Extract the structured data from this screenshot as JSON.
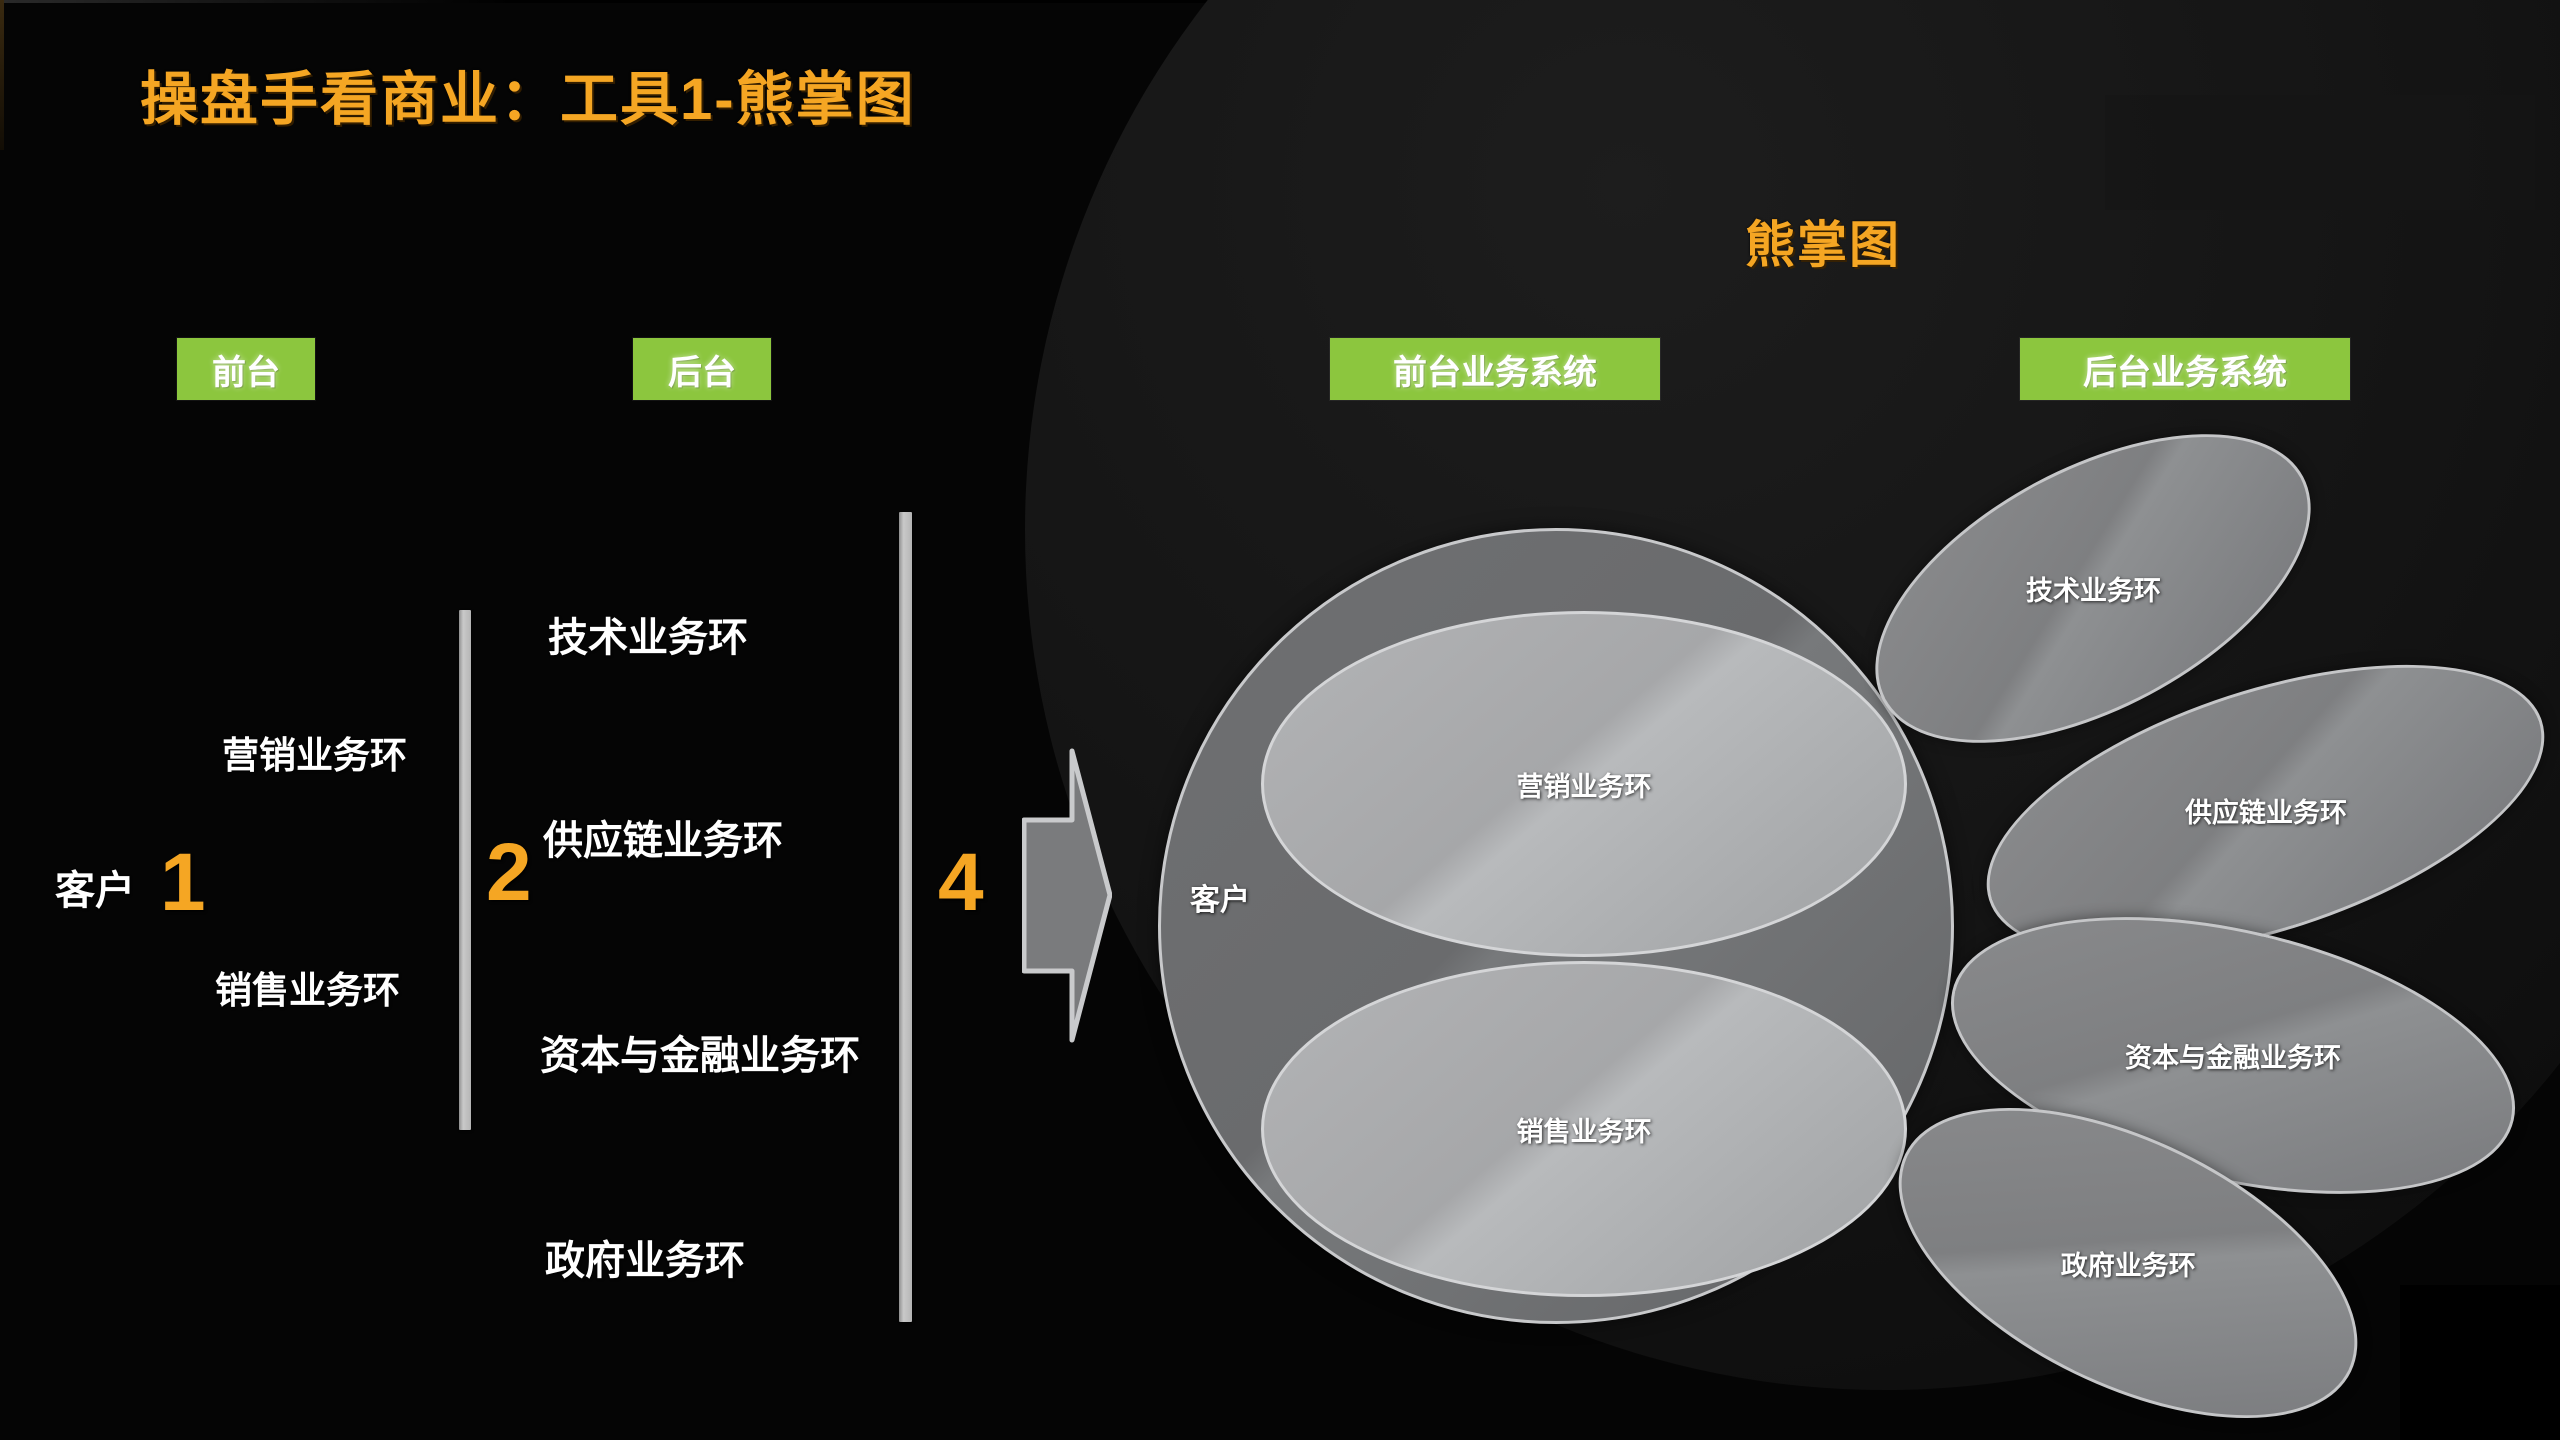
{
  "slide": {
    "title": "操盘手看商业：工具1-熊掌图",
    "chart_title": "熊掌图",
    "accent_color": "#F5A623",
    "badge_color": "#8CC63E",
    "background_color": "#050505",
    "shape_fill": "#7e7f81",
    "shape_stroke": "#c5c6c8"
  },
  "left_diagram": {
    "badges": [
      {
        "label": "前台"
      },
      {
        "label": "后台"
      }
    ],
    "steps": [
      {
        "number": "1"
      },
      {
        "number": "2"
      },
      {
        "number": "4"
      }
    ],
    "customer_label": "客户",
    "front_office_items": [
      {
        "label": "营销业务环"
      },
      {
        "label": "销售业务环"
      }
    ],
    "back_office_items": [
      {
        "label": "技术业务环"
      },
      {
        "label": "供应链业务环"
      },
      {
        "label": "资本与金融业务环"
      },
      {
        "label": "政府业务环"
      }
    ]
  },
  "right_diagram": {
    "badges": [
      {
        "label": "前台业务系统"
      },
      {
        "label": "后台业务系统"
      }
    ],
    "core": {
      "customer_label": "客户",
      "rings": [
        {
          "label": "营销业务环"
        },
        {
          "label": "销售业务环"
        }
      ]
    },
    "petals": [
      {
        "label": "技术业务环"
      },
      {
        "label": "供应链业务环"
      },
      {
        "label": "资本与金融业务环"
      },
      {
        "label": "政府业务环"
      }
    ]
  }
}
